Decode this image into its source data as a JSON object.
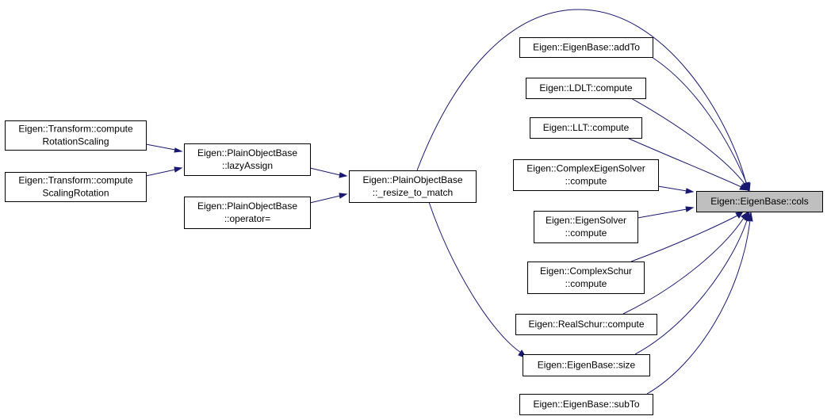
{
  "graph": {
    "colors": {
      "edge": "#191970",
      "target_fill": "#bfbfbf",
      "node_fill": "#ffffff",
      "node_border": "#000000"
    },
    "nodes": {
      "trs": {
        "lines": [
          "Eigen::Transform::compute",
          "RotationScaling"
        ]
      },
      "tsr": {
        "lines": [
          "Eigen::Transform::compute",
          "ScalingRotation"
        ]
      },
      "lazy": {
        "lines": [
          "Eigen::PlainObjectBase",
          "::lazyAssign"
        ]
      },
      "opeq": {
        "lines": [
          "Eigen::PlainObjectBase",
          "::operator="
        ]
      },
      "resize": {
        "lines": [
          "Eigen::PlainObjectBase",
          "::_resize_to_match"
        ]
      },
      "addTo": {
        "lines": [
          "Eigen::EigenBase::addTo"
        ]
      },
      "ldlt": {
        "lines": [
          "Eigen::LDLT::compute"
        ]
      },
      "llt": {
        "lines": [
          "Eigen::LLT::compute"
        ]
      },
      "ces": {
        "lines": [
          "Eigen::ComplexEigenSolver",
          "::compute"
        ]
      },
      "es": {
        "lines": [
          "Eigen::EigenSolver",
          "::compute"
        ]
      },
      "cs": {
        "lines": [
          "Eigen::ComplexSchur",
          "::compute"
        ]
      },
      "rs": {
        "lines": [
          "Eigen::RealSchur::compute"
        ]
      },
      "size": {
        "lines": [
          "Eigen::EigenBase::size"
        ]
      },
      "subTo": {
        "lines": [
          "Eigen::EigenBase::subTo"
        ]
      },
      "cols": {
        "lines": [
          "Eigen::EigenBase::cols"
        ],
        "highlighted": true
      }
    },
    "edges": [
      [
        "trs",
        "lazy"
      ],
      [
        "tsr",
        "lazy"
      ],
      [
        "lazy",
        "resize"
      ],
      [
        "opeq",
        "resize"
      ],
      [
        "resize",
        "cols"
      ],
      [
        "resize",
        "size"
      ],
      [
        "addTo",
        "cols"
      ],
      [
        "ldlt",
        "cols"
      ],
      [
        "llt",
        "cols"
      ],
      [
        "ces",
        "cols"
      ],
      [
        "es",
        "cols"
      ],
      [
        "cs",
        "cols"
      ],
      [
        "rs",
        "cols"
      ],
      [
        "size",
        "cols"
      ],
      [
        "subTo",
        "cols"
      ]
    ]
  }
}
